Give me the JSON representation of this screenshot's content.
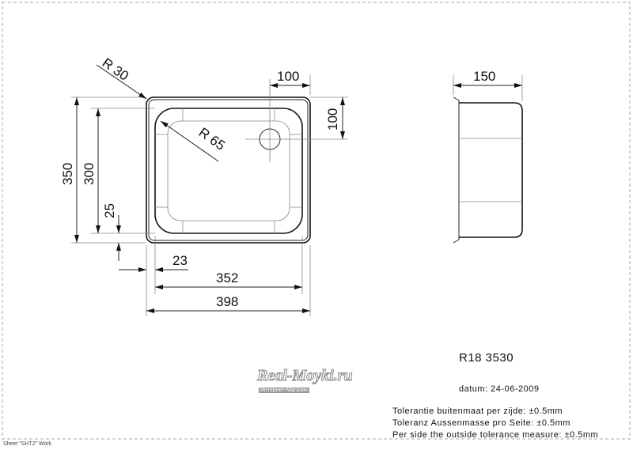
{
  "drawing": {
    "model": "R18 3530",
    "date": "datum: 24-06-2009",
    "tolerance_lines": [
      "Tolerantie buitenmaat per zijde: ±0.5mm",
      "Toleranz Aussenmasse pro Seite: ±0.5mm",
      "Per side the outside tolerance measure: ±0.5mm"
    ],
    "sheet_label": "Sheet \"SHT2\" Work",
    "watermark": {
      "title": "Real-Moyki.ru",
      "subtitle": "Интернет-Магазин"
    }
  },
  "dimensions": {
    "r30": "R 30",
    "r65": "R 65",
    "drain_x": "100",
    "drain_y": "100",
    "depth": "150",
    "outer_height": "350",
    "inner_height": "300",
    "bottom_offset": "25",
    "side_offset": "23",
    "inner_width": "352",
    "outer_width": "398"
  }
}
